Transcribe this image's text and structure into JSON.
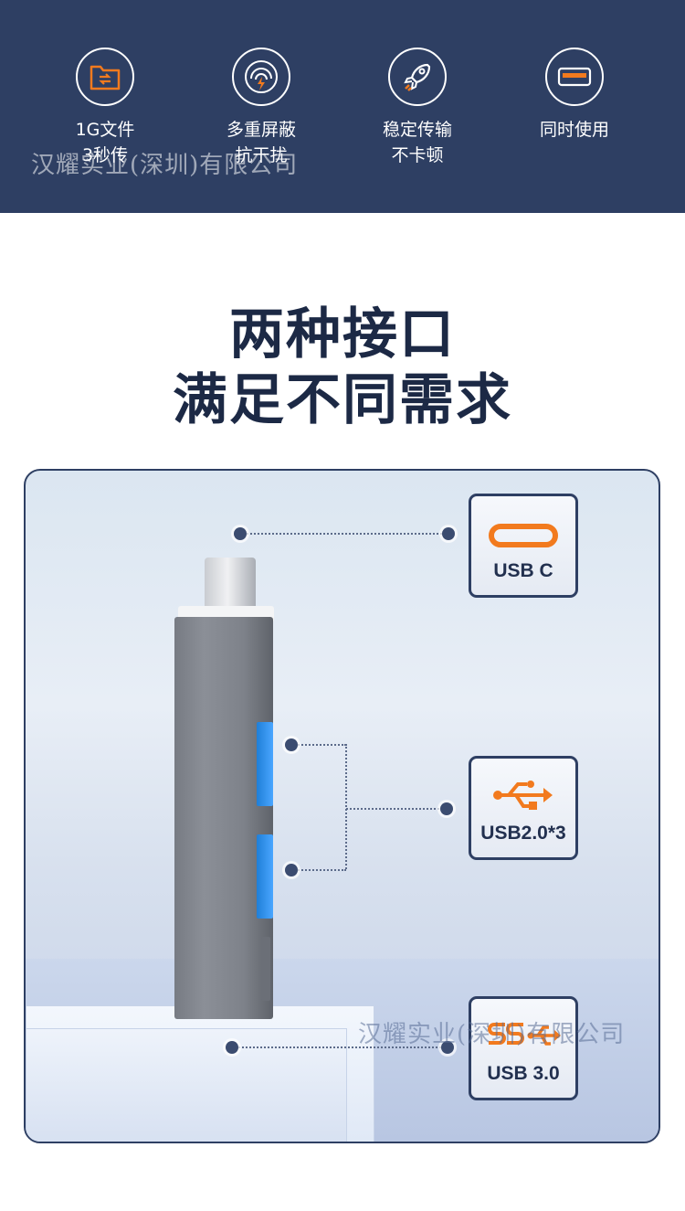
{
  "features": [
    {
      "icon": "file-transfer-icon",
      "line1": "1G文件",
      "line2": "3秒传"
    },
    {
      "icon": "shield-signal-icon",
      "line1": "多重屏蔽",
      "line2": "抗干扰"
    },
    {
      "icon": "rocket-icon",
      "line1": "稳定传输",
      "line2": "不卡顿"
    },
    {
      "icon": "usb-port-icon",
      "line1": "同时使用",
      "line2": ""
    }
  ],
  "watermark": "汉耀实业(深圳)有限公司",
  "headline": {
    "line1": "两种接口",
    "line2": "满足不同需求"
  },
  "ports": [
    {
      "icon": "usb-c-icon",
      "label": "USB C"
    },
    {
      "icon": "usb-trident-icon",
      "label": "USB2.0*3"
    },
    {
      "icon": "usb-ss-icon",
      "label": "USB 3.0"
    }
  ],
  "colors": {
    "band": "#2e3f63",
    "accent": "#f27a1e",
    "headline": "#1c2945",
    "port_blue": "#1f7fd8"
  }
}
